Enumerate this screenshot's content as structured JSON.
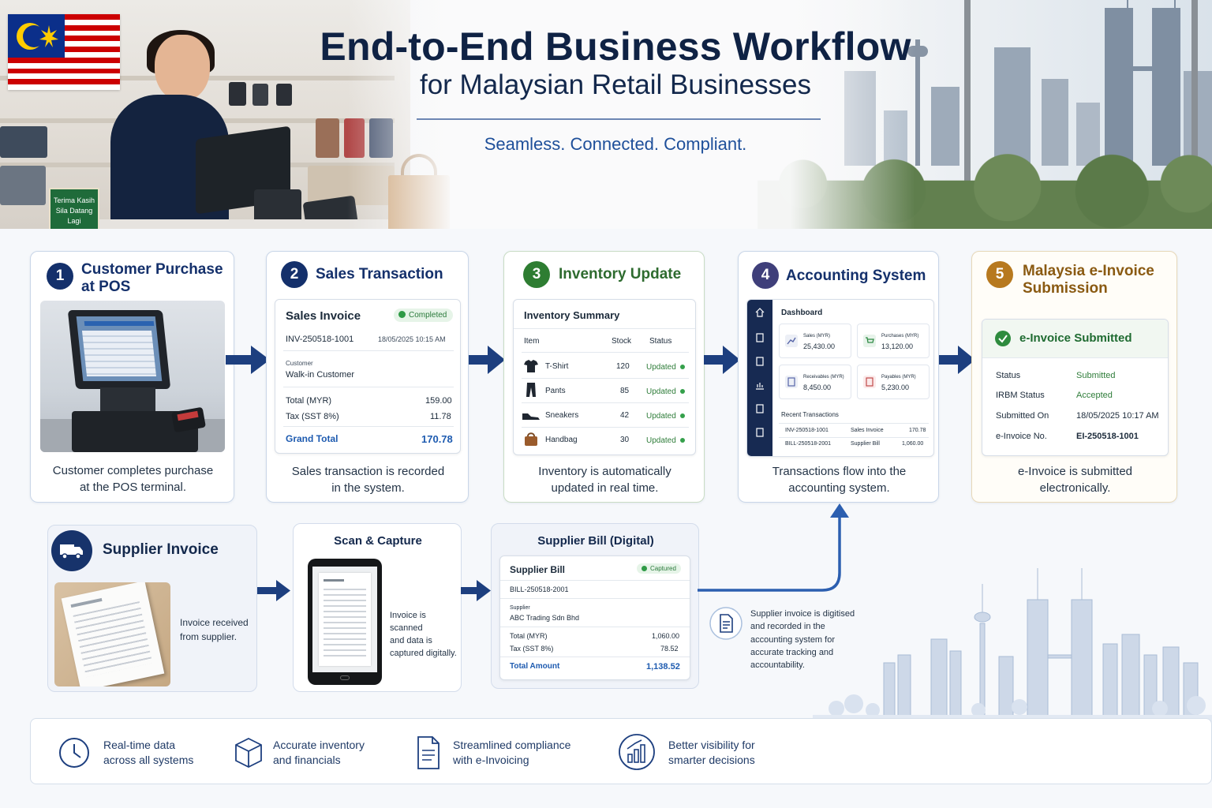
{
  "hero": {
    "title": "End-to-End Business Workflow",
    "subtitle": "for Malaysian Retail Businesses",
    "tagline": "Seamless. Connected. Compliant.",
    "sign_line1": "Terima Kasih",
    "sign_line2": "Sila Datang",
    "sign_line3": "Lagi"
  },
  "colors": {
    "navy": "#14306b",
    "green": "#2e7d32",
    "gold": "#b7791f",
    "blue_text": "#1e5bb0",
    "arrow": "#1d3f7f"
  },
  "steps": [
    {
      "num": "1",
      "title_line1": "Customer Purchase",
      "title_line2": "at POS",
      "caption_line1": "Customer completes purchase",
      "caption_line2": "at the POS terminal."
    },
    {
      "num": "2",
      "title": "Sales Transaction",
      "caption_line1": "Sales transaction is recorded",
      "caption_line2": "in the system.",
      "invoice": {
        "heading": "Sales Invoice",
        "status": "Completed",
        "number": "INV-250518-1001",
        "datetime": "18/05/2025 10:15 AM",
        "customer_label": "Customer",
        "customer": "Walk-in Customer",
        "total_label": "Total (MYR)",
        "total": "159.00",
        "tax_label": "Tax (SST 8%)",
        "tax": "11.78",
        "grand_label": "Grand Total",
        "grand": "170.78"
      }
    },
    {
      "num": "3",
      "title": "Inventory Update",
      "caption_line1": "Inventory is automatically",
      "caption_line2": "updated in real time.",
      "summary": {
        "heading": "Inventory Summary",
        "col_item": "Item",
        "col_stock": "Stock",
        "col_status": "Status",
        "rows": [
          {
            "item": "T-Shirt",
            "stock": "120",
            "status": "Updated",
            "icon": "tshirt-icon"
          },
          {
            "item": "Pants",
            "stock": "85",
            "status": "Updated",
            "icon": "pants-icon"
          },
          {
            "item": "Sneakers",
            "stock": "42",
            "status": "Updated",
            "icon": "sneaker-icon"
          },
          {
            "item": "Handbag",
            "stock": "30",
            "status": "Updated",
            "icon": "handbag-icon"
          }
        ]
      }
    },
    {
      "num": "4",
      "title": "Accounting System",
      "caption_line1": "Transactions flow into the",
      "caption_line2": "accounting system.",
      "dashboard": {
        "heading": "Dashboard",
        "tiles": [
          {
            "label": "Sales (MYR)",
            "value": "25,430.00"
          },
          {
            "label": "Purchases (MYR)",
            "value": "13,120.00"
          },
          {
            "label": "Receivables (MYR)",
            "value": "8,450.00"
          },
          {
            "label": "Payables (MYR)",
            "value": "5,230.00"
          }
        ],
        "recent_label": "Recent Transactions",
        "recent": [
          {
            "id": "INV-250518-1001",
            "type": "Sales Invoice",
            "amount": "170.78"
          },
          {
            "id": "BILL-250518-2001",
            "type": "Supplier Bill",
            "amount": "1,060.00"
          }
        ]
      }
    },
    {
      "num": "5",
      "title_line1": "Malaysia e-Invoice",
      "title_line2": "Submission",
      "caption_line1": "e-Invoice is submitted",
      "caption_line2": "electronically.",
      "einvoice": {
        "heading": "e-Invoice Submitted",
        "rows": [
          {
            "label": "Status",
            "value": "Submitted"
          },
          {
            "label": "IRBM Status",
            "value": "Accepted"
          },
          {
            "label": "Submitted On",
            "value": "18/05/2025 10:17 AM"
          },
          {
            "label": "e-Invoice No.",
            "value": "EI-250518-1001"
          }
        ]
      }
    }
  ],
  "supplier": {
    "title": "Supplier Invoice",
    "caption_line1": "Invoice received",
    "caption_line2": "from supplier.",
    "scan_title": "Scan & Capture",
    "scan_caption_line1": "Invoice is scanned",
    "scan_caption_line2": "and data is",
    "scan_caption_line3": "captured digitally.",
    "bill_title": "Supplier Bill (Digital)",
    "bill": {
      "heading": "Supplier Bill",
      "status": "Captured",
      "number": "BILL-250518-2001",
      "supplier_label": "Supplier",
      "supplier": "ABC Trading Sdn Bhd",
      "total_label": "Total (MYR)",
      "total": "1,060.00",
      "tax_label": "Tax (SST 8%)",
      "tax": "78.52",
      "amount_label": "Total Amount",
      "amount": "1,138.52"
    },
    "note_line1": "Supplier invoice is digitised",
    "note_line2": "and recorded in the",
    "note_line3": "accounting system for",
    "note_line4": "accurate tracking and",
    "note_line5": "accountability."
  },
  "benefits": [
    {
      "line1": "Real-time data",
      "line2": "across all systems",
      "icon": "clock-icon"
    },
    {
      "line1": "Accurate inventory",
      "line2": "and financials",
      "icon": "box-icon"
    },
    {
      "line1": "Streamlined compliance",
      "line2": "with e-Invoicing",
      "icon": "document-icon"
    },
    {
      "line1": "Better visibility for",
      "line2": "smarter decisions",
      "icon": "chart-icon"
    }
  ]
}
